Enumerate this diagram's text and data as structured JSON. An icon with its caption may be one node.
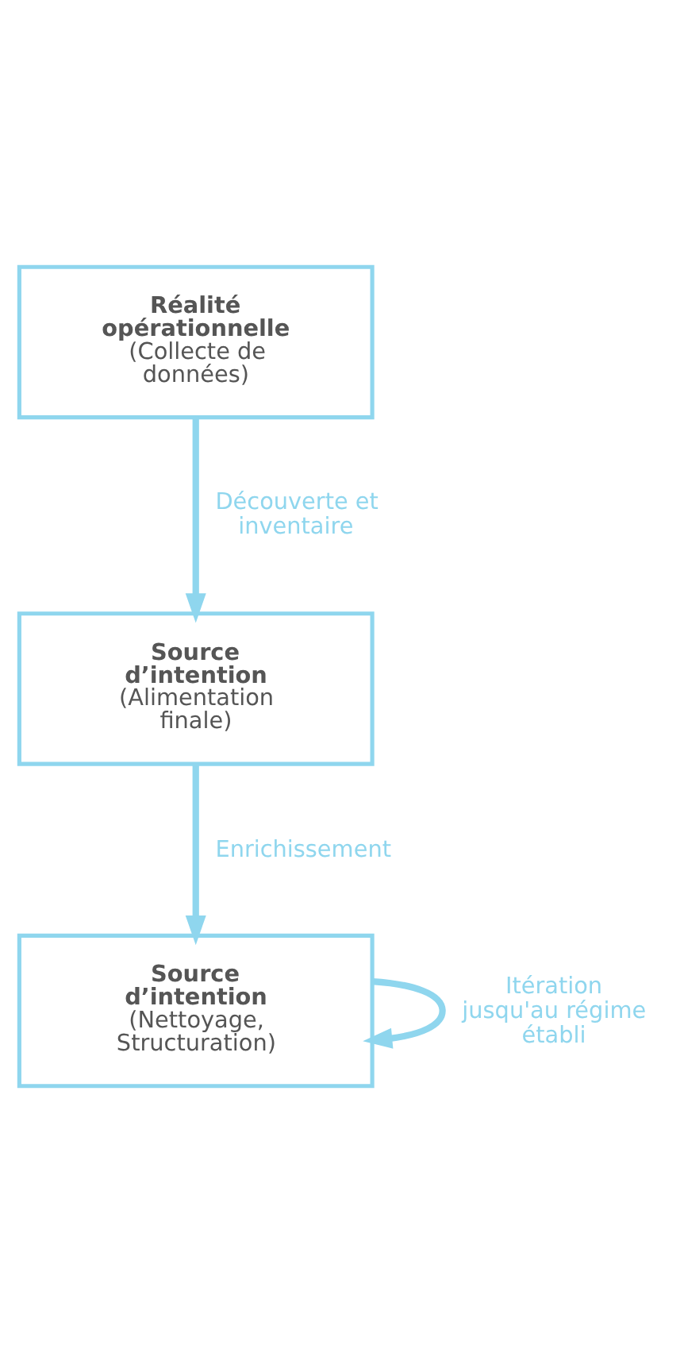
{
  "diagram": {
    "nodes": [
      {
        "text": [
          "Réalité opérationnelle",
          "(Collecte de données)"
        ]
      },
      {
        "text": [
          "Source d’intention",
          "(Alimentation finale)"
        ]
      },
      {
        "text": [
          "Source d’intention",
          "(Nettoyage, Structuration)"
        ]
      }
    ],
    "edges": [
      {
        "from": 0,
        "to": 1,
        "arrow": "to",
        "label": "Découverte et inventaire"
      },
      {
        "from": 1,
        "to": 2,
        "arrow": "to",
        "label": "Enrichissement"
      },
      {
        "from": 2,
        "to": 2,
        "arrow": "to",
        "label": "Itération jusqu'au régime établi"
      }
    ]
  }
}
